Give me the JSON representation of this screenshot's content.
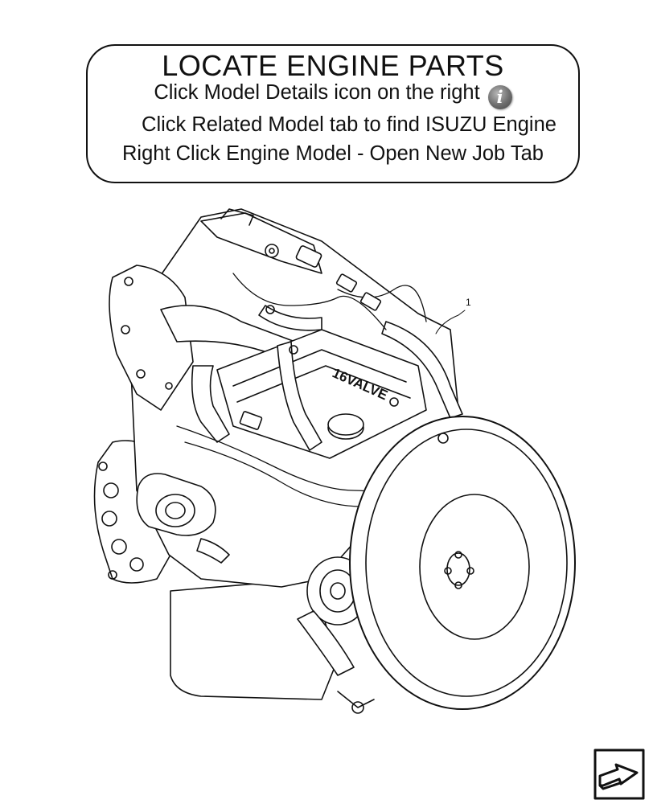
{
  "instructions": {
    "title": "LOCATE ENGINE PARTS",
    "line1": "Click Model Details icon on the right",
    "line2": "Click Related Model tab to find ISUZU Engine",
    "line3": "Right Click Engine Model - Open New Job Tab",
    "info_icon_glyph": "i"
  },
  "diagram": {
    "subject": "engine-assembly",
    "engine_logo_text": "16VALVE",
    "callouts": [
      {
        "label": "1"
      }
    ]
  },
  "navigation": {
    "icon": "arrow-into-box-icon"
  }
}
